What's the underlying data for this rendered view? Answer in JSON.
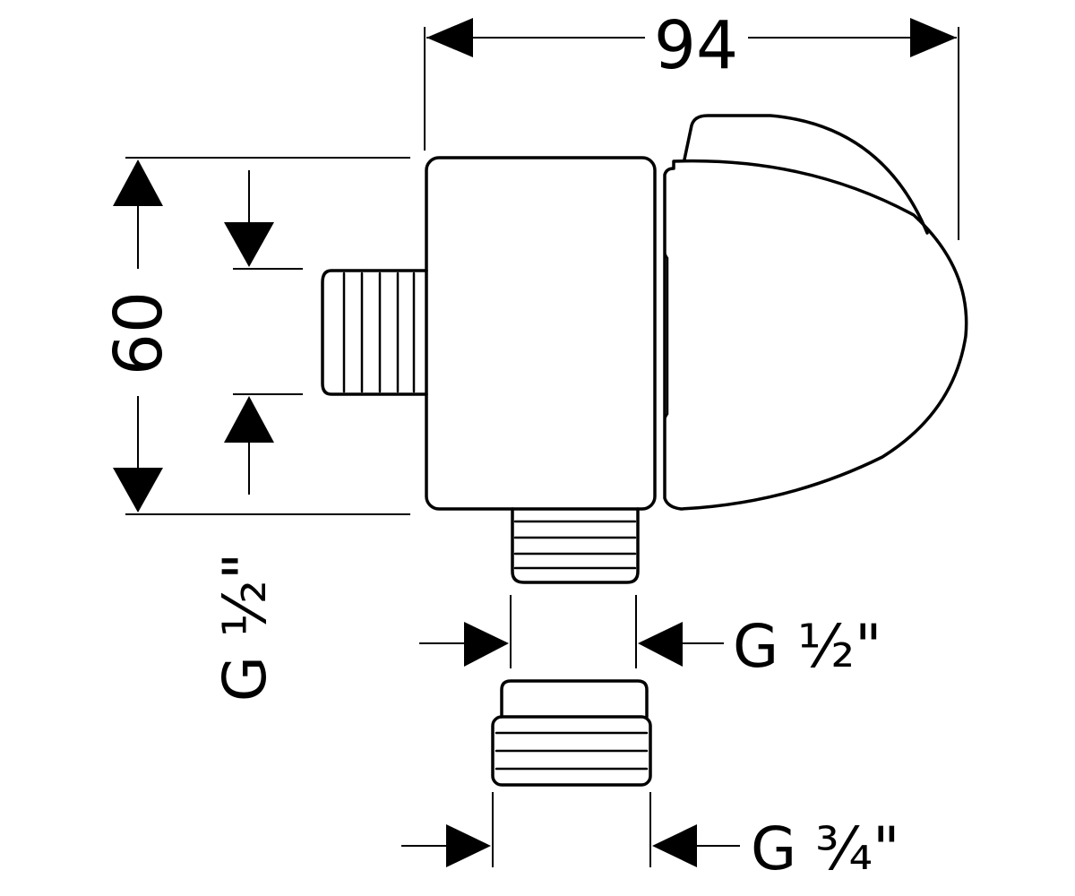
{
  "dimensions": {
    "width_label": "94",
    "height_label": "60",
    "side_thread_label": "G ½\"",
    "outlet_thread_label": "G ½\"",
    "adapter_thread_label": "G ¾\""
  },
  "colors": {
    "line": "#000000",
    "background": "#ffffff"
  }
}
